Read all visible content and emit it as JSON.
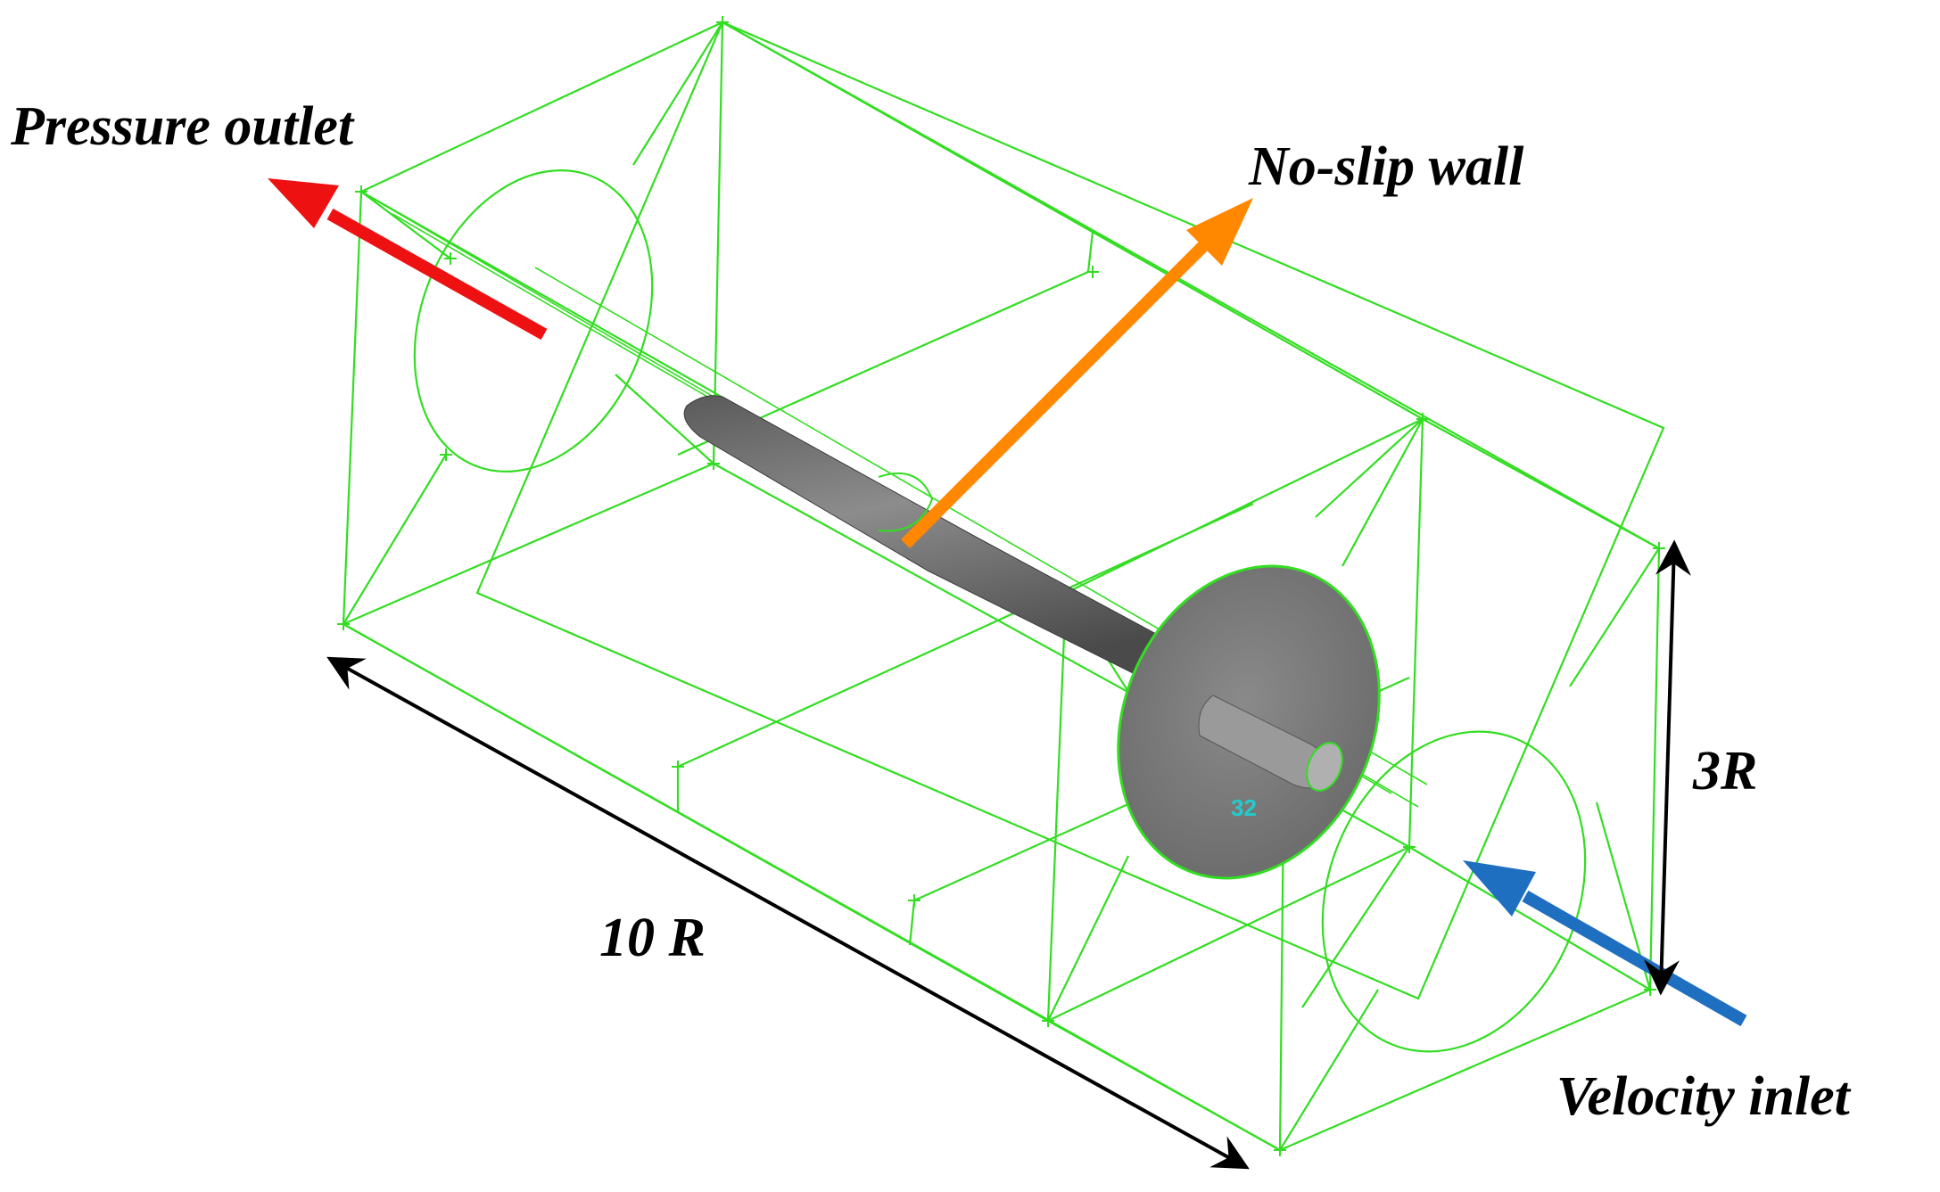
{
  "labels": {
    "outlet": "Pressure outlet",
    "wall": "No-slip wall",
    "inlet": "Velocity inlet",
    "length": "10 R",
    "height": "3R"
  },
  "colors": {
    "wireframe": "#33dd22",
    "outlet_arrow": "#ee1111",
    "wall_arrow": "#ff8800",
    "inlet_arrow": "#1f6fc0",
    "dimension": "#000000",
    "body": "#777777"
  }
}
